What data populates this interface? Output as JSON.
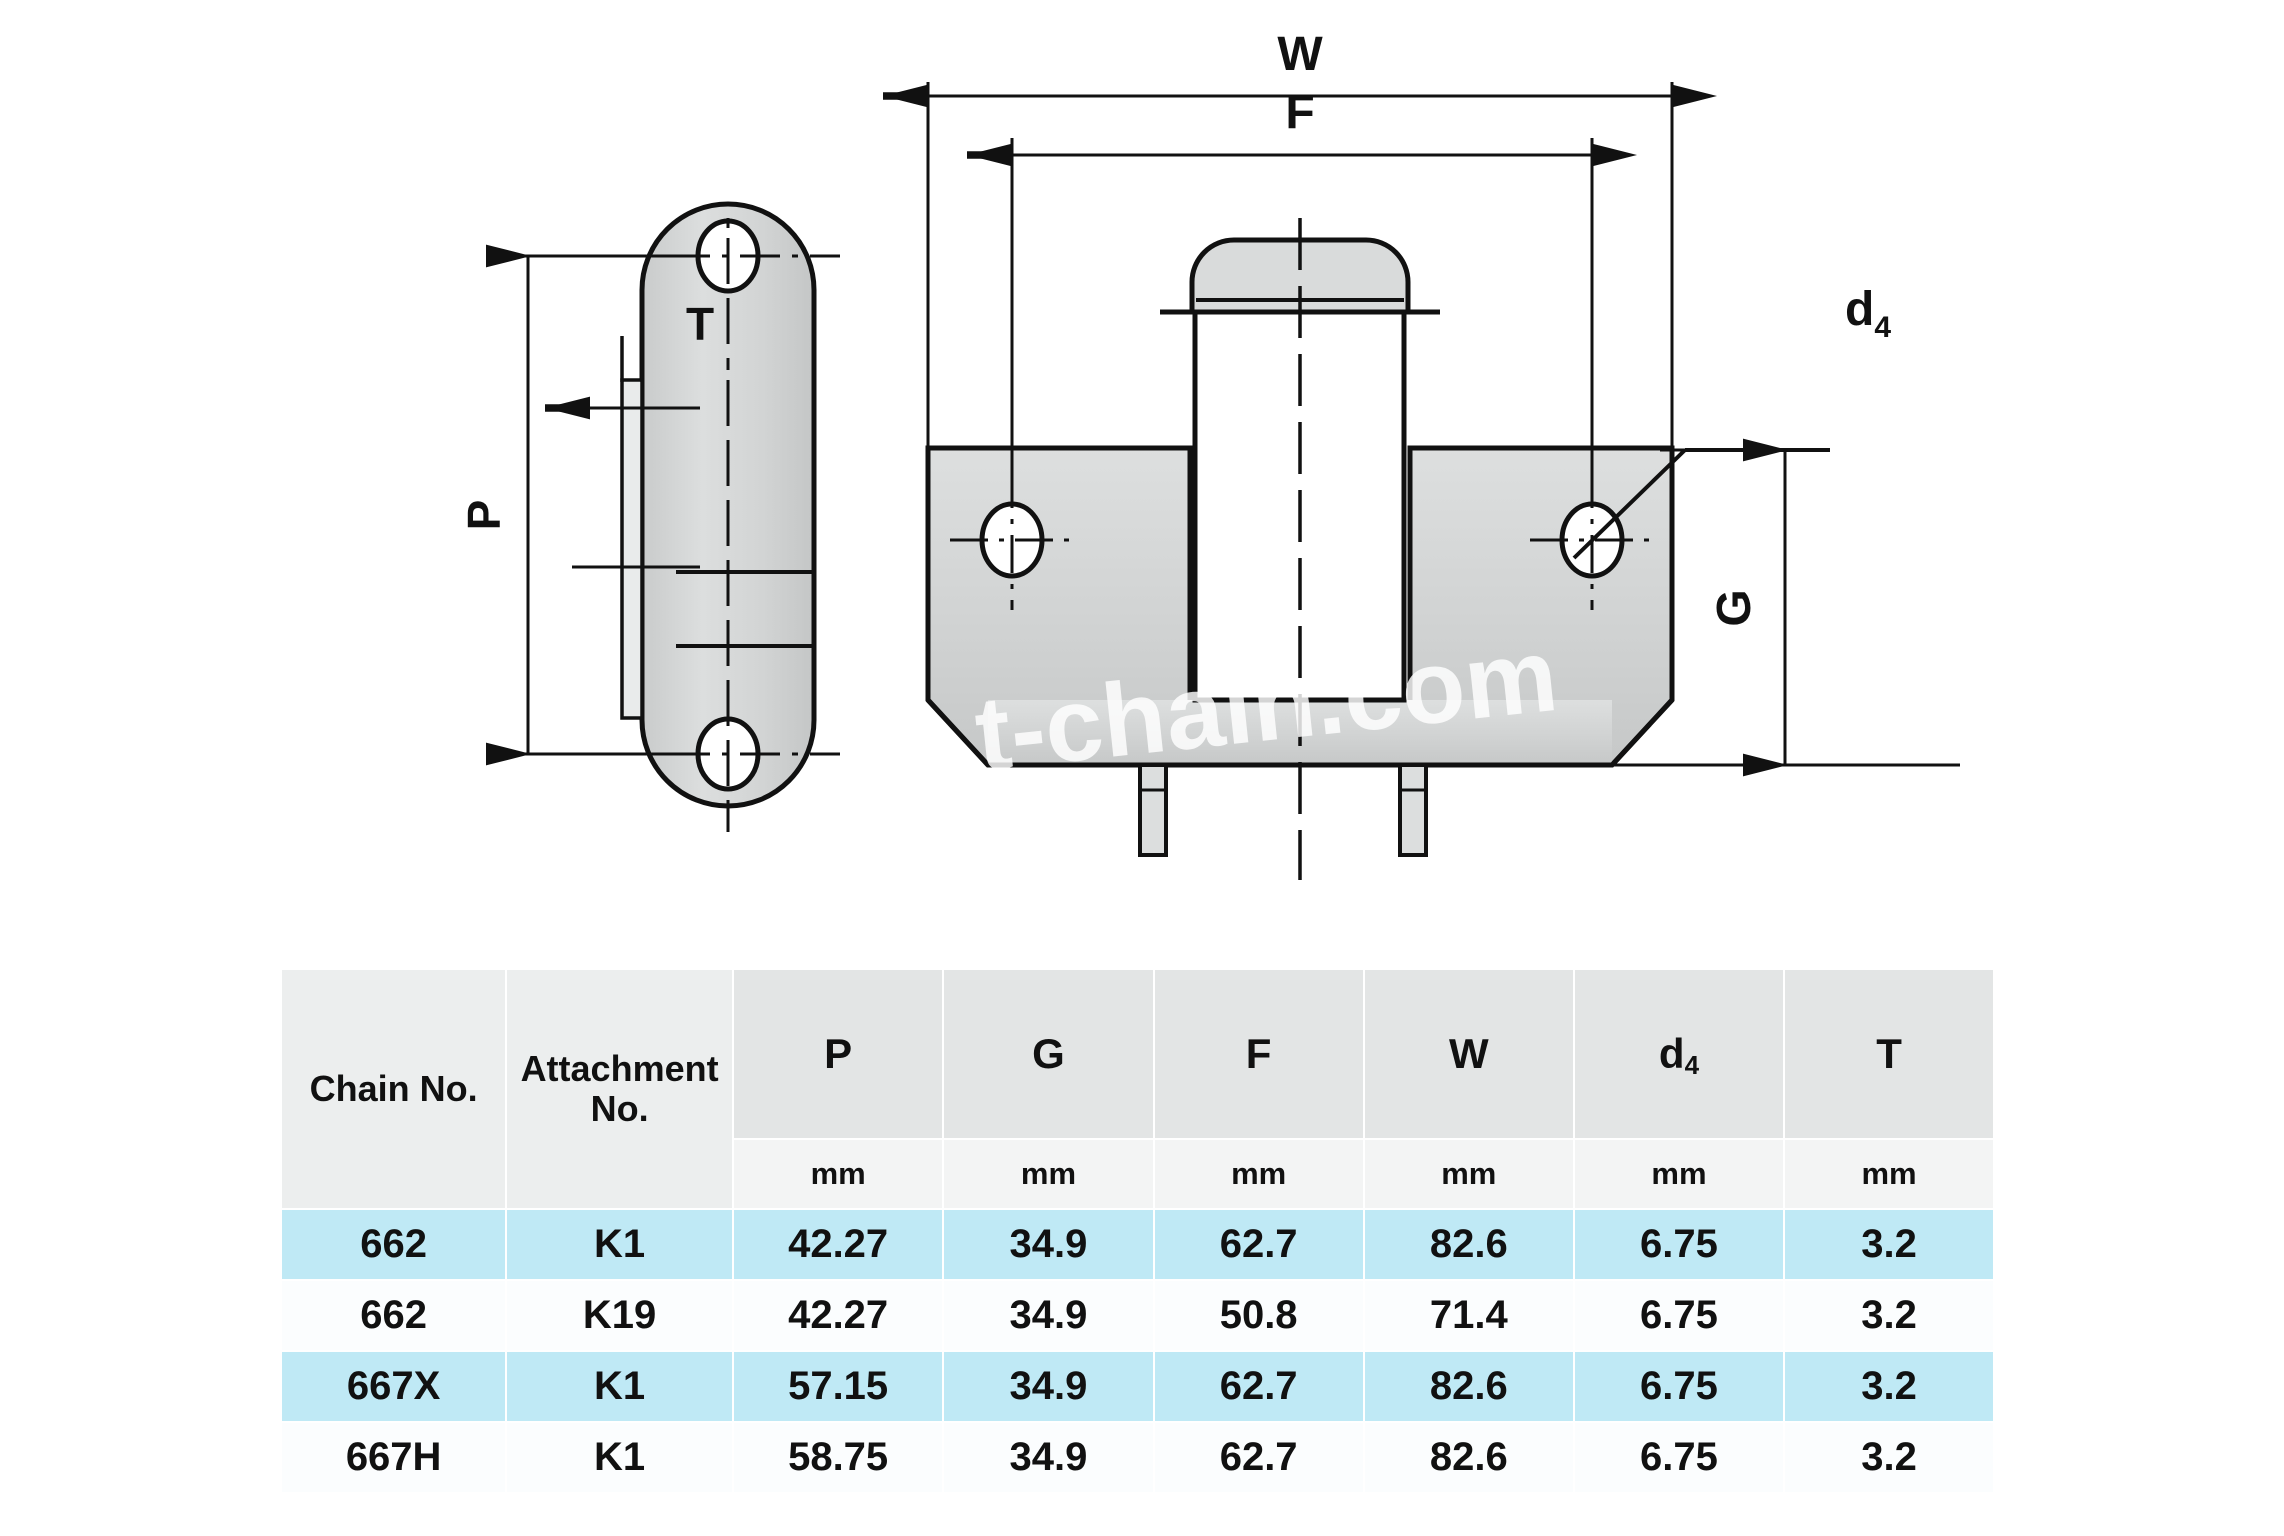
{
  "diagram": {
    "title": "Chain attachment K1 / K19 dimension drawing",
    "labels": {
      "W": "W",
      "F": "F",
      "P": "P",
      "G": "G",
      "T": "T",
      "d4_base": "d",
      "d4_sub": "4"
    },
    "watermark": "t-chain.com"
  },
  "table": {
    "headers": {
      "chain_no": "Chain No.",
      "attachment_no": "Attachment No.",
      "attachment_no_line1": "Attachment",
      "attachment_no_line2": "No.",
      "dims": [
        {
          "symbol": "P",
          "sub": "",
          "unit": "mm"
        },
        {
          "symbol": "G",
          "sub": "",
          "unit": "mm"
        },
        {
          "symbol": "F",
          "sub": "",
          "unit": "mm"
        },
        {
          "symbol": "W",
          "sub": "",
          "unit": "mm"
        },
        {
          "symbol": "d",
          "sub": "4",
          "unit": "mm"
        },
        {
          "symbol": "T",
          "sub": "",
          "unit": "mm"
        }
      ]
    },
    "rows": [
      {
        "chain_no": "662",
        "attachment_no": "K1",
        "P": "42.27",
        "G": "34.9",
        "F": "62.7",
        "W": "82.6",
        "d4": "6.75",
        "T": "3.2"
      },
      {
        "chain_no": "662",
        "attachment_no": "K19",
        "P": "42.27",
        "G": "34.9",
        "F": "50.8",
        "W": "71.4",
        "d4": "6.75",
        "T": "3.2"
      },
      {
        "chain_no": "667X",
        "attachment_no": "K1",
        "P": "57.15",
        "G": "34.9",
        "F": "62.7",
        "W": "82.6",
        "d4": "6.75",
        "T": "3.2"
      },
      {
        "chain_no": "667H",
        "attachment_no": "K1",
        "P": "58.75",
        "G": "34.9",
        "F": "62.7",
        "W": "82.6",
        "d4": "6.75",
        "T": "3.2"
      }
    ]
  },
  "colors": {
    "row_highlight": "#bfe9f5",
    "row_plain": "#fbfdfe",
    "header_bg": "#e3e5e5",
    "part_fill": "#d4d6d6",
    "line": "#111111"
  }
}
